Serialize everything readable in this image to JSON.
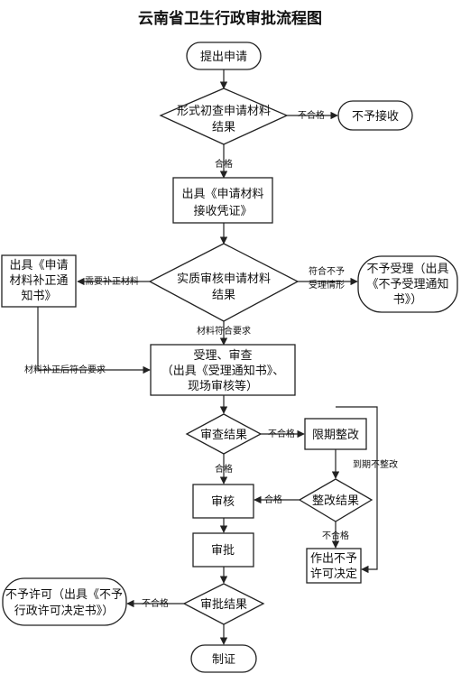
{
  "title": "云南省卫生行政审批流程图",
  "nodes": {
    "submit": "提出申请",
    "formal_check": [
      "形式初查申请材料",
      "结果"
    ],
    "reject_intake": "不予接收",
    "issue_receipt": [
      "出具《申请材料",
      "接收凭证》"
    ],
    "substantive_check": [
      "实质审核申请材料",
      "结果"
    ],
    "issue_supplement": [
      "出具《申请",
      "材料补正通",
      "知书》"
    ],
    "not_accept": [
      "不予受理（出具",
      "《不予受理通知",
      "书》）"
    ],
    "accept_review": [
      "受理、审查",
      "（出具《受理通知书》、",
      "现场审核等）"
    ],
    "review_result": "审查结果",
    "rectify_deadline": "限期整改",
    "audit": "审核",
    "rectify_result": "整改结果",
    "approve": "审批",
    "deny_decision": [
      "作出不予",
      "许可决定"
    ],
    "approval_result": "审批结果",
    "not_permit": [
      "不予许可（出具《不予",
      "行政许可决定书》）"
    ],
    "certify": "制证"
  },
  "edges": {
    "fail_1": "不合格",
    "pass_1": "合格",
    "need_supplement": "需要补正材料",
    "not_meet": [
      "符合不予",
      "受理情形"
    ],
    "meets_requirements": "材料符合要求",
    "supplemented": "材料补正后符合要求",
    "fail_2": "不合格",
    "pass_2": "合格",
    "overdue": "到期不整改",
    "pass_3": "合格",
    "fail_3": "不合格",
    "fail_4": "不合格"
  }
}
